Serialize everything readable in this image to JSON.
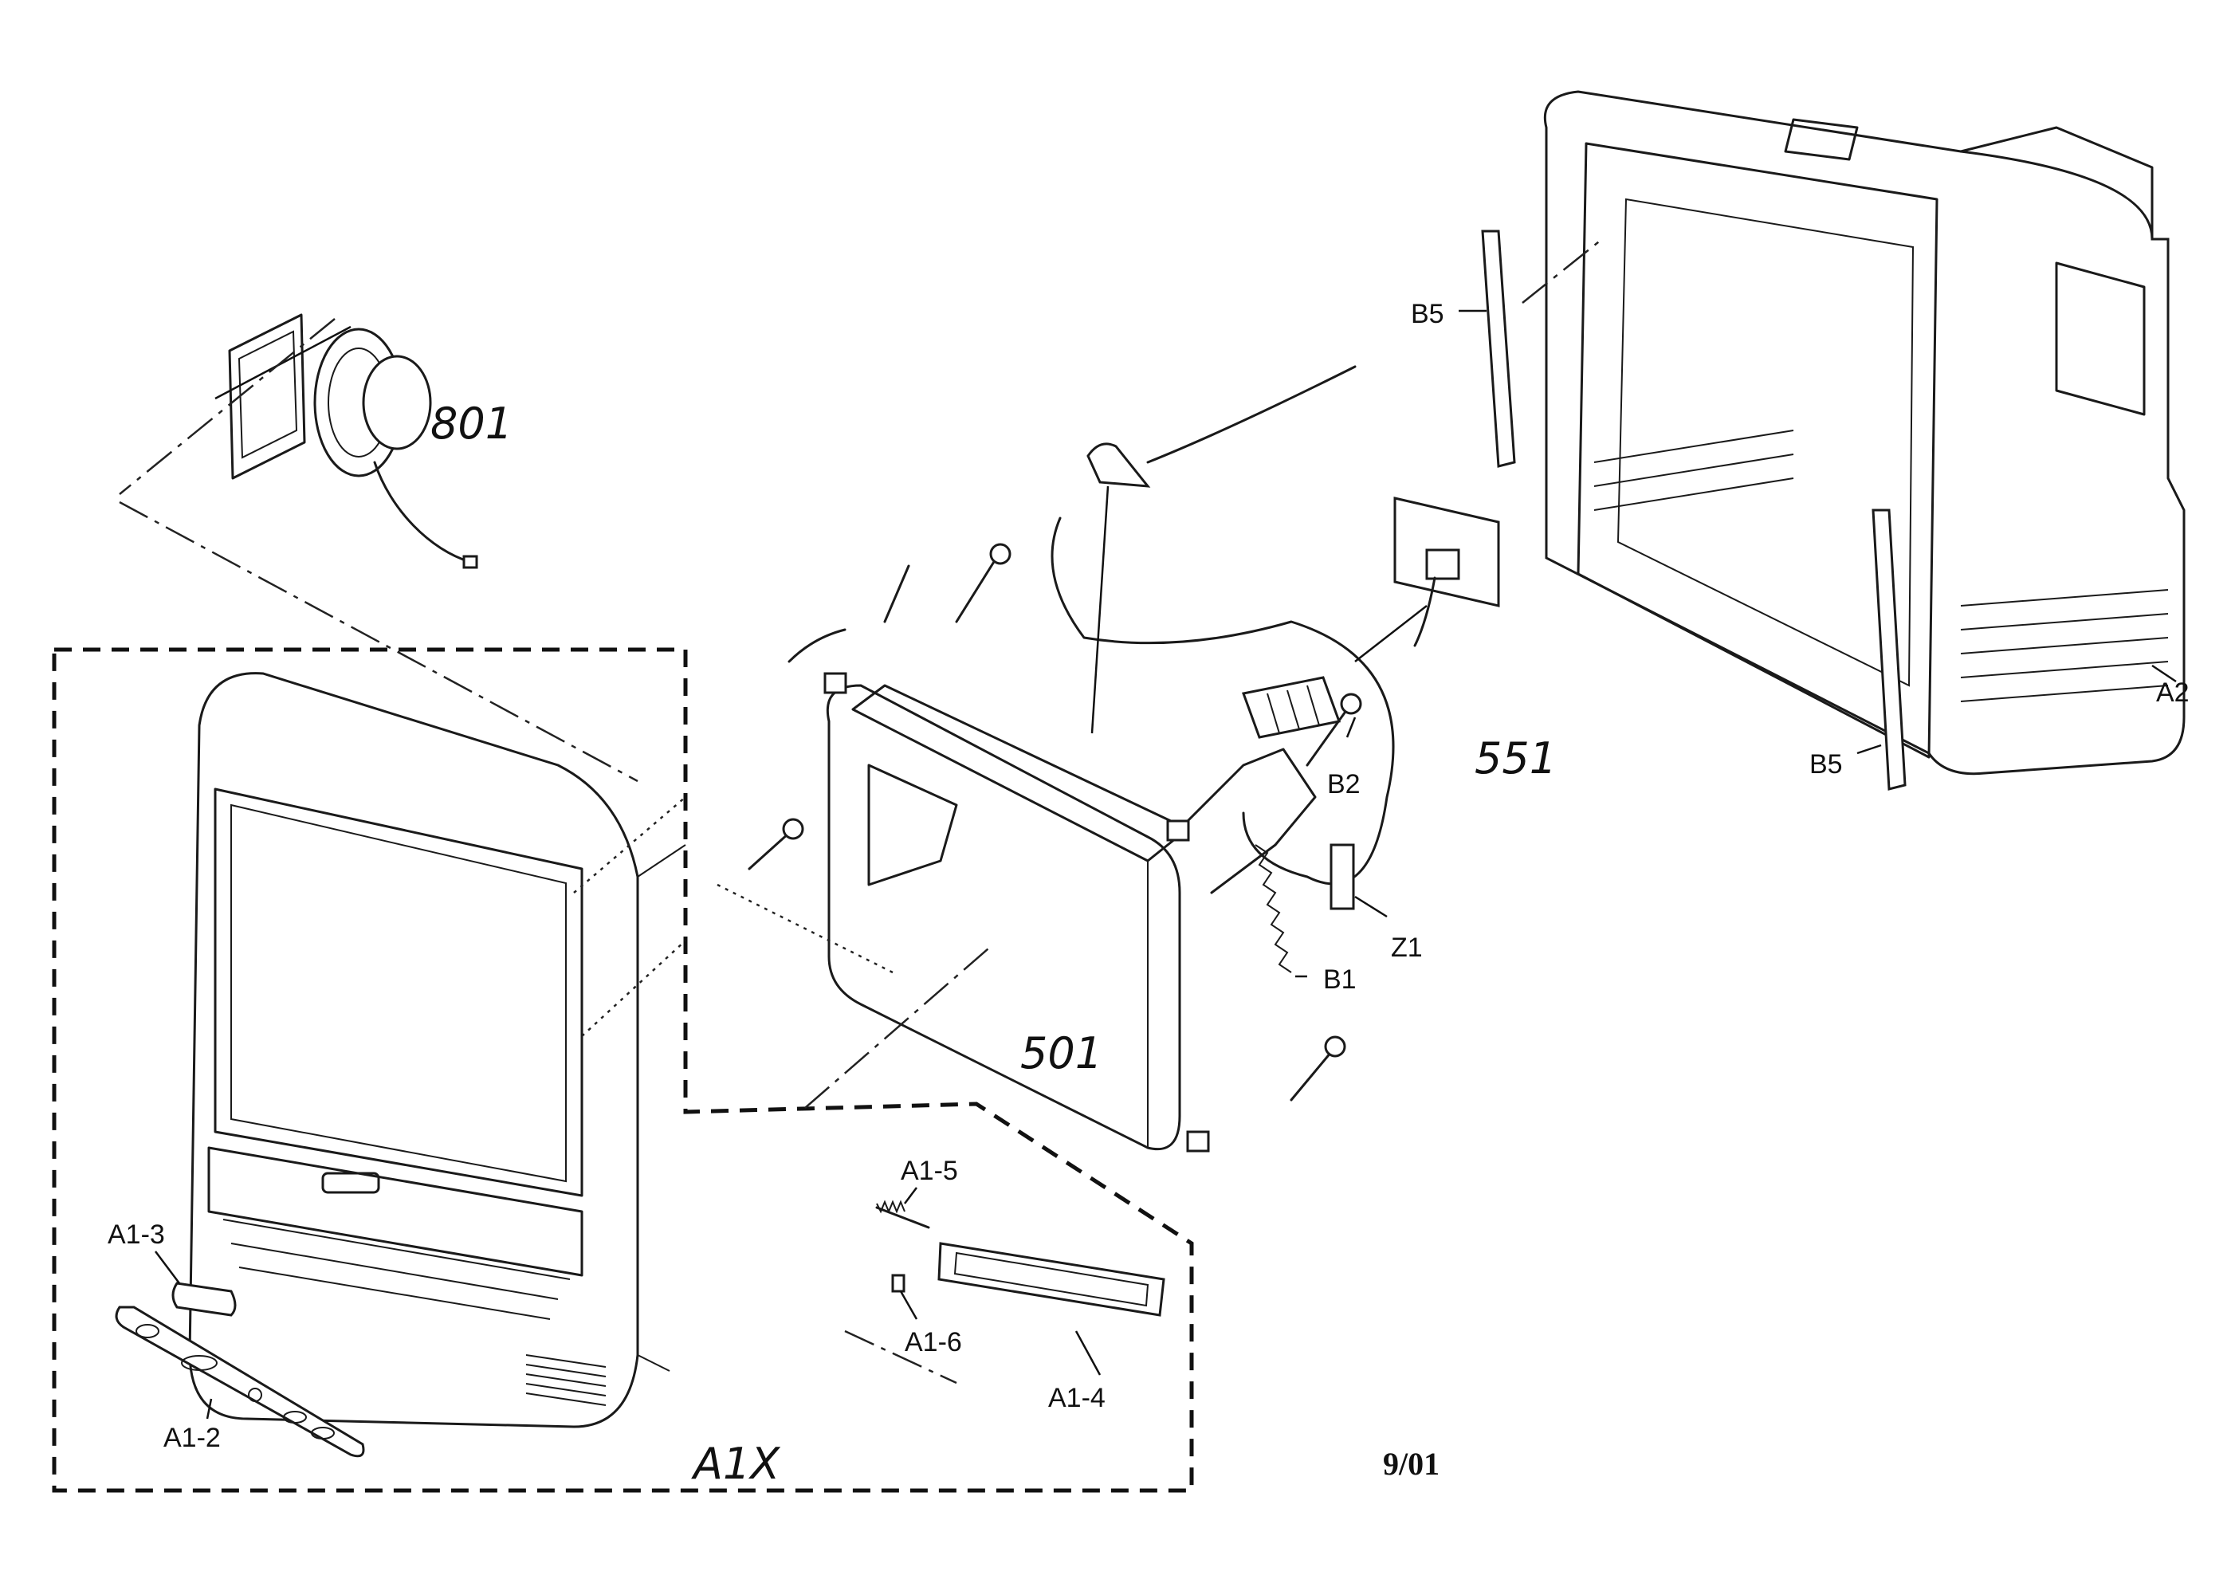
{
  "labels": {
    "speaker": "801",
    "crt": "501",
    "board": "551",
    "cabinet_back": "A2",
    "strip_upper": "B5",
    "strip_lower": "B5",
    "crt_screw": "B2",
    "spring": "B1",
    "tag": "Z1",
    "front_assembly": "A1X",
    "badge": "A1-3",
    "control_panel": "A1-2",
    "door_spring": "A1-5",
    "door_stop": "A1-6",
    "door": "A1-4"
  },
  "footer": {
    "date": "9/01"
  }
}
